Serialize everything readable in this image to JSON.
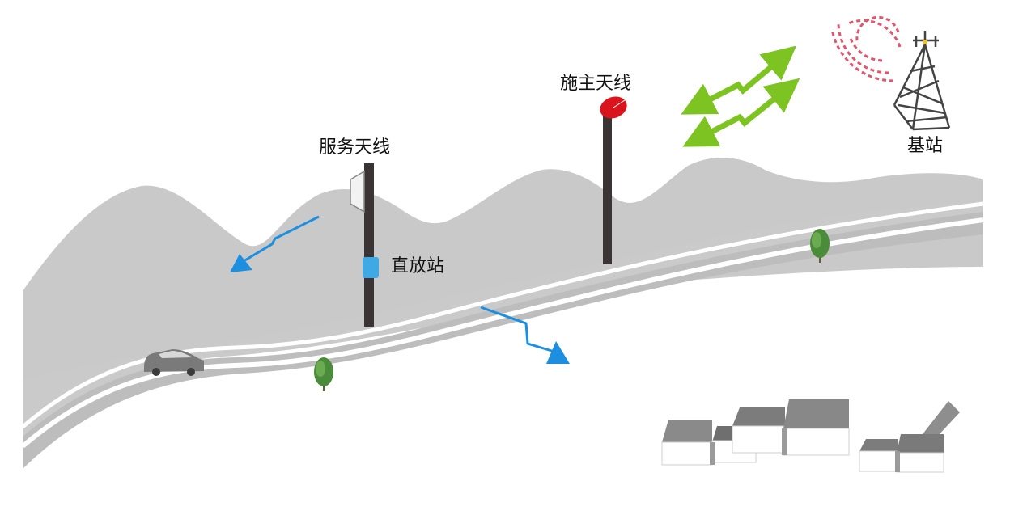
{
  "labels": {
    "service_antenna": "服务天线",
    "donor_antenna": "施主天线",
    "repeater": "直放站",
    "base_station": "基站"
  },
  "colors": {
    "mountain": "#c9c9c9",
    "road_band": "#bdbdbd",
    "road_line": "#ffffff",
    "pole": "#3a3434",
    "signal_blue": "#1d8fe0",
    "donor_link_green": "#7dc322",
    "donor_dish_red": "#d9141c",
    "repeater_box": "#3fa9e6",
    "radio_waves": "#e0566e",
    "tower": "#444444",
    "house_roof": "#7c7c7c",
    "house_wall": "#ffffff",
    "tree": "#4a8c3a",
    "car": "#7a7a7a"
  },
  "icons": {
    "base_station": "cell-tower-icon",
    "donor_antenna": "dish-antenna-icon",
    "service_antenna": "panel-antenna-icon",
    "repeater": "repeater-box-icon",
    "vehicle": "car-icon",
    "tree": "tree-icon",
    "house": "house-icon",
    "signal": "lightning-arrow-icon",
    "link": "double-arrow-icon",
    "waves": "radio-waves-icon"
  }
}
